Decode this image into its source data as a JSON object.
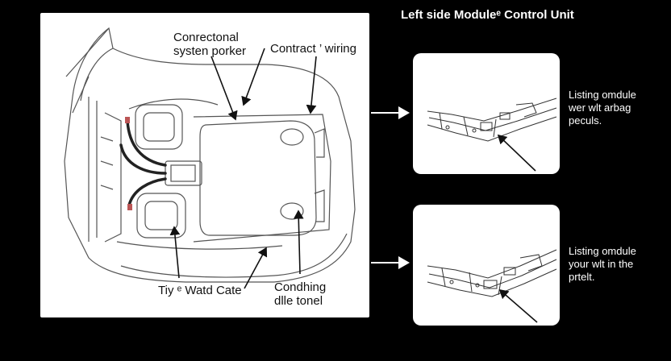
{
  "title": "Left side Moduleᵉ Control Unit",
  "main_labels": {
    "connectional": "Conrectonal\nsysten porker",
    "contract": "Contract ’ wiring",
    "tiy": "Tiy ᵉ Watd Cate",
    "condhing": "Condhing\ndlle tonel"
  },
  "detail_top_text": "Listing omdule\nwer wlt arbag\npeculs.",
  "detail_bottom_text": "Listing omdule\nyour wlt in the\nprtelt."
}
